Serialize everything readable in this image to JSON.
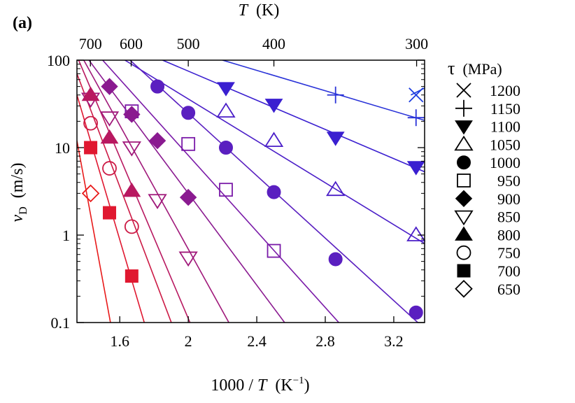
{
  "chart_data": {
    "type": "scatter",
    "panel_label": "(a)",
    "xscale": "linear",
    "yscale": "log",
    "xlim": [
      1.35,
      3.38
    ],
    "ylim": [
      0.1,
      100
    ],
    "grid": false,
    "legend_placement": "right-outside",
    "x_axis": {
      "label_parts": {
        "prefix": "1000 / ",
        "var": "T",
        "unit_open": "  (K",
        "unit_sup": "−1",
        "unit_close": ")"
      },
      "ticks": [
        1.6,
        2.0,
        2.4,
        2.8,
        3.2
      ],
      "tick_labels": [
        "1.6",
        "2",
        "2.4",
        "2.8",
        "3.2"
      ]
    },
    "top_axis": {
      "label_parts": {
        "var": "T",
        "unit": "  (K)"
      },
      "ticks_K": [
        700,
        600,
        500,
        400,
        300
      ],
      "tick_labels": [
        "700",
        "600",
        "500",
        "400",
        "300"
      ]
    },
    "y_axis": {
      "label_parts": {
        "var": "v",
        "sub": "D",
        "unit": "  (m/s)"
      },
      "ticks": [
        0.1,
        1,
        10,
        100
      ],
      "tick_labels": [
        "0.1",
        "1",
        "10",
        "100"
      ]
    },
    "legend_title_parts": {
      "symbol": "τ",
      "unit": "  (MPa)"
    },
    "series": [
      {
        "name": "1200",
        "marker": "cross",
        "color": "#1f3fe0",
        "x": [
          3.33
        ],
        "y": [
          40
        ],
        "fit": [
          [
            3.3,
            40
          ],
          [
            3.38,
            48
          ]
        ]
      },
      {
        "name": "1150",
        "marker": "plus",
        "color": "#2a33d8",
        "x": [
          2.86,
          3.33
        ],
        "y": [
          40,
          22
        ],
        "fit": [
          [
            2.2,
            100
          ],
          [
            3.38,
            20.5
          ]
        ]
      },
      {
        "name": "1100",
        "marker": "tri-down-filled",
        "color": "#3a1fd0",
        "x": [
          2.22,
          2.5,
          2.86,
          3.33
        ],
        "y": [
          48,
          31,
          13,
          6
        ],
        "fit": [
          [
            1.85,
            100
          ],
          [
            3.38,
            5.3
          ]
        ]
      },
      {
        "name": "1050",
        "marker": "tri-up-open",
        "color": "#4b1fc8",
        "x": [
          2.22,
          2.5,
          2.86,
          3.33
        ],
        "y": [
          26,
          12,
          3.3,
          1.0
        ],
        "fit": [
          [
            1.63,
            100
          ],
          [
            3.38,
            0.8
          ]
        ]
      },
      {
        "name": "1000",
        "marker": "circle-filled",
        "color": "#5a1fc0",
        "x": [
          1.82,
          2.0,
          2.22,
          2.5,
          2.86,
          3.33
        ],
        "y": [
          50,
          25,
          10,
          3.1,
          0.53,
          0.13
        ],
        "fit": [
          [
            1.66,
            100
          ],
          [
            3.38,
            0.085
          ]
        ]
      },
      {
        "name": "950",
        "marker": "square-open",
        "color": "#7a1aa8",
        "x": [
          1.67,
          2.0,
          2.22,
          2.5
        ],
        "y": [
          26,
          11,
          3.3,
          0.66
        ],
        "fit": [
          [
            1.5,
            100
          ],
          [
            2.9,
            0.09
          ]
        ]
      },
      {
        "name": "900",
        "marker": "diamond-filled",
        "color": "#8a1a90",
        "x": [
          1.54,
          1.67,
          1.82,
          2.0
        ],
        "y": [
          50,
          24,
          12,
          2.7
        ],
        "fit": [
          [
            1.42,
            100
          ],
          [
            2.58,
            0.09
          ]
        ]
      },
      {
        "name": "850",
        "marker": "tri-down-open",
        "color": "#a0187a",
        "x": [
          1.43,
          1.54,
          1.67,
          1.82,
          2.0
        ],
        "y": [
          36,
          22,
          10,
          2.5,
          0.55
        ],
        "fit": [
          [
            1.39,
            100
          ],
          [
            2.25,
            0.09
          ]
        ]
      },
      {
        "name": "800",
        "marker": "tri-up-filled",
        "color": "#b81860",
        "x": [
          1.43,
          1.54,
          1.67
        ],
        "y": [
          40,
          13,
          3.2
        ],
        "fit": [
          [
            1.36,
            100
          ],
          [
            2.02,
            0.09
          ]
        ]
      },
      {
        "name": "750",
        "marker": "circle-open",
        "color": "#cc1a45",
        "x": [
          1.43,
          1.54,
          1.67
        ],
        "y": [
          19,
          5.8,
          1.25
        ],
        "fit": [
          [
            1.35,
            70
          ],
          [
            1.91,
            0.09
          ]
        ]
      },
      {
        "name": "700",
        "marker": "square-filled",
        "color": "#e01830",
        "x": [
          1.43,
          1.54,
          1.67
        ],
        "y": [
          10,
          1.8,
          0.34
        ],
        "fit": [
          [
            1.35,
            40
          ],
          [
            1.75,
            0.09
          ]
        ]
      },
      {
        "name": "650",
        "marker": "diamond-open",
        "color": "#e81a1a",
        "x": [
          1.43
        ],
        "y": [
          3.0
        ],
        "fit": [
          [
            1.35,
            12
          ],
          [
            1.55,
            0.09
          ]
        ]
      }
    ]
  }
}
